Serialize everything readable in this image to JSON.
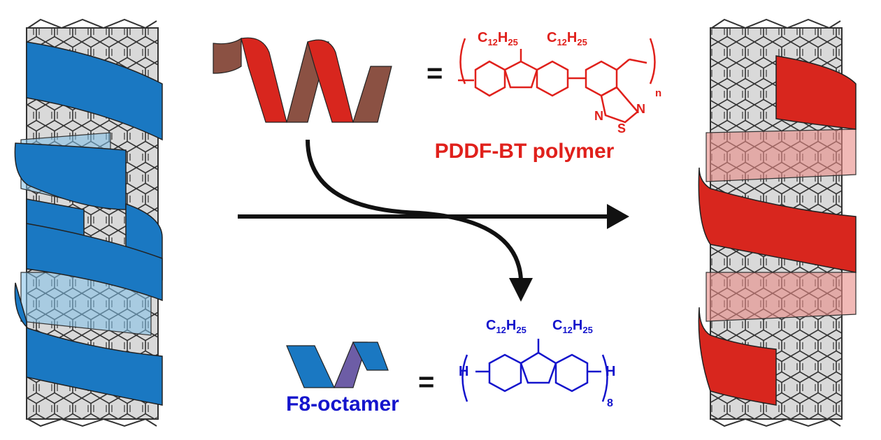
{
  "polymer": {
    "name": "PDDF-BT polymer",
    "equals": "=",
    "substituent_left": {
      "base": "C",
      "sub1": "12",
      "mid": "H",
      "sub2": "25"
    },
    "substituent_right": {
      "base": "C",
      "sub1": "12",
      "mid": "H",
      "sub2": "25"
    },
    "repeat_index": "n",
    "atom_n1": "N",
    "atom_n2": "N",
    "atom_s": "S",
    "color": "#e0201b"
  },
  "oligomer": {
    "name": "F8-octamer",
    "equals": "=",
    "substituent_left": {
      "base": "C",
      "sub1": "12",
      "mid": "H",
      "sub2": "25"
    },
    "substituent_right": {
      "base": "C",
      "sub1": "12",
      "mid": "H",
      "sub2": "25"
    },
    "end_left": "H",
    "end_right": "H",
    "repeat_index": "8",
    "color": "#1414cc"
  },
  "colors": {
    "blue_wrap": "#1a78c2",
    "red_wrap": "#d8261e",
    "brown_wrap": "#8b5143",
    "purple_wrap": "#6d5da6",
    "tube_fill": "#d9d9d9",
    "arrow": "#111111"
  }
}
